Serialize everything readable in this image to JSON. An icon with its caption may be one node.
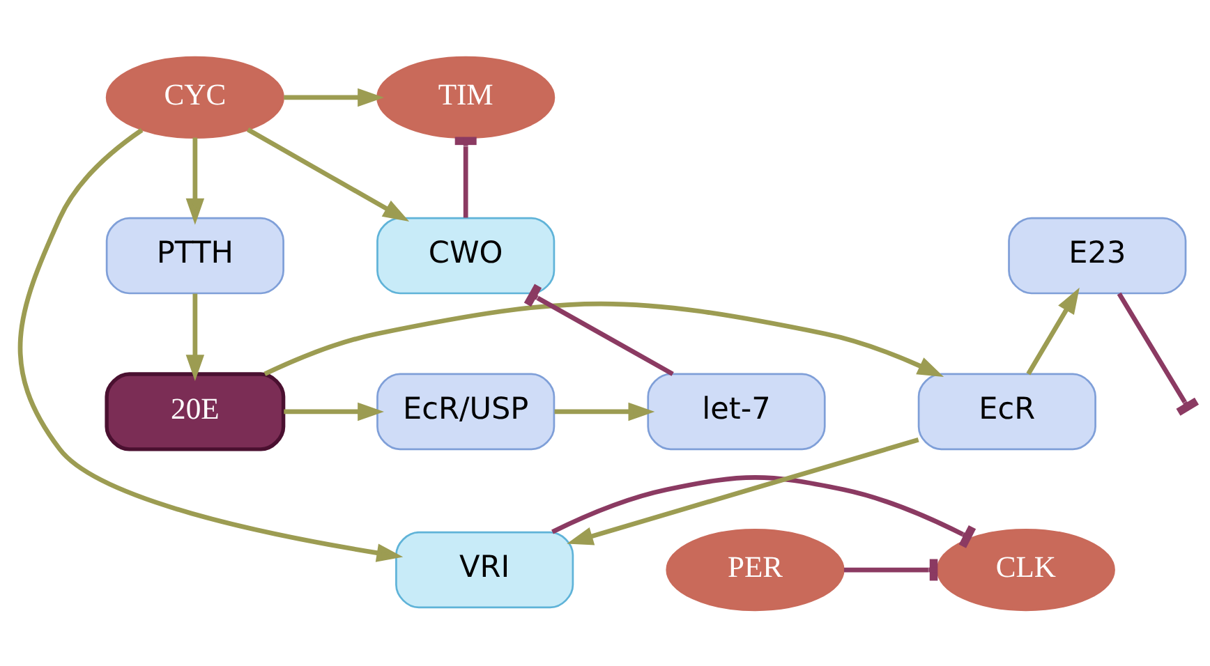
{
  "diagram": {
    "nodes": [
      {
        "text": [
          "VRI"
        ]
      },
      {
        "text": [
          "CLK"
        ]
      },
      {
        "text": [
          "CYC"
        ]
      },
      {
        "text": [
          "PER"
        ]
      },
      {
        "text": [
          "TIM"
        ]
      },
      {
        "text": [
          "E23"
        ]
      },
      {
        "text": [
          "PTTH"
        ]
      },
      {
        "text": [
          "CWO"
        ]
      },
      {
        "text": [
          "EcR"
        ]
      },
      {
        "text": [
          "20E"
        ]
      },
      {
        "text": [
          "EcR/USP"
        ]
      },
      {
        "text": [
          "let-7"
        ]
      }
    ],
    "edges": [
      {
        "from": 0,
        "to": 1,
        "arrow": "other",
        "color": "#8b3a62"
      },
      {
        "from": 2,
        "to": 0,
        "arrow": "to"
      },
      {
        "from": 3,
        "to": 1,
        "arrow": "other",
        "color": "#8b3a62"
      },
      {
        "from": 2,
        "to": 4,
        "arrow": "to"
      },
      {
        "from": 2,
        "to": 7,
        "arrow": "to"
      },
      {
        "from": 2,
        "to": 6,
        "arrow": "to"
      },
      {
        "from": 6,
        "to": 9,
        "arrow": "to"
      },
      {
        "from": 8,
        "to": 0,
        "arrow": "to"
      },
      {
        "from": 8,
        "to": 5,
        "arrow": "to"
      },
      {
        "from": 5,
        "to": null,
        "arrow": "other",
        "color": "#8b3a62"
      },
      {
        "from": 9,
        "to": 8,
        "arrow": "to"
      },
      {
        "from": 9,
        "to": 10,
        "arrow": "to"
      },
      {
        "from": 10,
        "to": 11,
        "arrow": "to"
      },
      {
        "from": 11,
        "to": 7,
        "arrow": "other",
        "color": "#8b3a62"
      },
      {
        "from": 7,
        "to": 4,
        "arrow": "other",
        "color": "#8b3a62"
      }
    ]
  }
}
